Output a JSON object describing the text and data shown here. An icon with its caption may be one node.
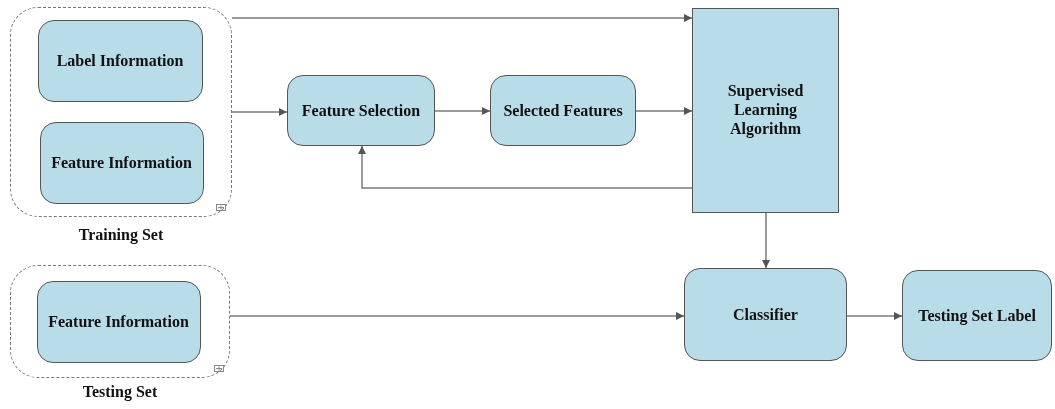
{
  "diagram": {
    "nodes": [
      {
        "text": [
          "Training Set"
        ]
      },
      {
        "text": [
          "Label Information"
        ],
        "in": 0
      },
      {
        "text": [
          "Feature Information"
        ],
        "in": 0
      },
      {
        "text": [
          "Feature Selection"
        ]
      },
      {
        "text": [
          "Selected Features"
        ]
      },
      {
        "text": [
          "Supervised Learning Algorithm"
        ]
      },
      {
        "text": [
          "Testing Set"
        ]
      },
      {
        "text": [
          "Feature Information"
        ],
        "in": 6
      },
      {
        "text": [
          "Classifier"
        ]
      },
      {
        "text": [
          "Testing Set Label"
        ]
      }
    ],
    "edges": [
      {
        "from": 0,
        "to": 5,
        "arrow": "to"
      },
      {
        "from": 0,
        "to": 3,
        "arrow": "to"
      },
      {
        "from": 3,
        "to": 4,
        "arrow": "to"
      },
      {
        "from": 4,
        "to": 5,
        "arrow": "to"
      },
      {
        "from": 5,
        "to": 3,
        "arrow": "to"
      },
      {
        "from": 5,
        "to": 8,
        "arrow": "to"
      },
      {
        "from": 6,
        "to": 8,
        "arrow": "to"
      },
      {
        "from": 8,
        "to": 9,
        "arrow": "to"
      }
    ]
  }
}
